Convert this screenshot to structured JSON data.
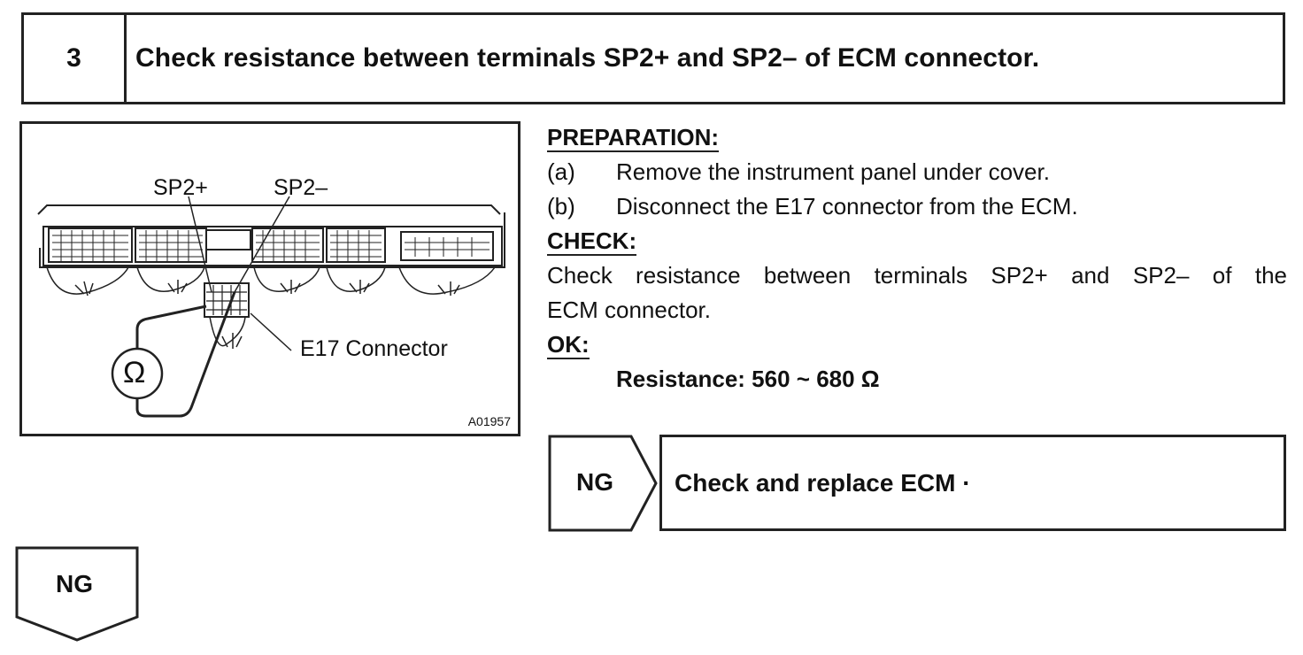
{
  "step": {
    "number": "3",
    "title": "Check resistance between terminals SP2+ and SP2– of ECM connector."
  },
  "figure": {
    "label_sp2_plus": "SP2+",
    "label_sp2_minus": "SP2–",
    "label_connector": "E17 Connector",
    "ohmmeter_symbol": "Ω",
    "figure_code": "A01957"
  },
  "preparation": {
    "heading": "PREPARATION:",
    "items": [
      {
        "index": "(a)",
        "text": "Remove the instrument panel under cover."
      },
      {
        "index": "(b)",
        "text": "Disconnect the E17 connector from the ECM."
      }
    ]
  },
  "check": {
    "heading": "CHECK:",
    "line1": "Check resistance between terminals SP2+ and SP2– of the",
    "line2": "ECM connector."
  },
  "ok": {
    "heading": "OK:",
    "result": "Resistance: 560 ~ 680 Ω"
  },
  "ng_result": {
    "label": "NG",
    "action": "Check and replace ECM ·"
  },
  "ng_flow": {
    "label": "NG"
  }
}
